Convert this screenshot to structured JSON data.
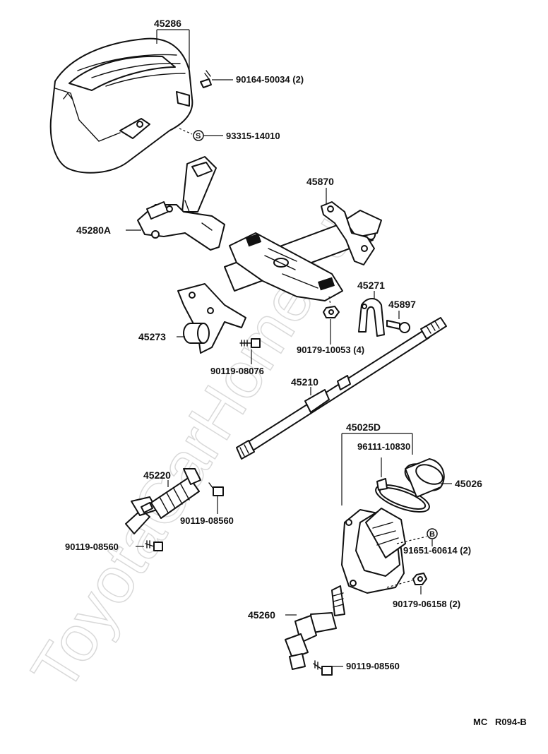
{
  "watermark": "ToyotaCarHome.ru",
  "code": {
    "left": "MC",
    "right": "R094-B"
  },
  "labels": {
    "p45286": "45286",
    "p90164": "90164-50034 (2)",
    "p93315": "93315-14010",
    "p45280a": "45280A",
    "p45870": "45870",
    "p45271": "45271",
    "p45897": "45897",
    "p45273": "45273",
    "p90179a": "90179-10053 (4)",
    "p90119a": "90119-08076",
    "p45210": "45210",
    "p45025d": "45025D",
    "p96111": "96111-10830",
    "p45026": "45026",
    "p45220": "45220",
    "p90119b": "90119-08560",
    "p90119c": "90119-08560",
    "p91651": "91651-60614 (2)",
    "p90179b": "90179-06158 (2)",
    "p45260": "45260",
    "p90119d": "90119-08560"
  },
  "markers": {
    "s": "S",
    "b": "B"
  }
}
